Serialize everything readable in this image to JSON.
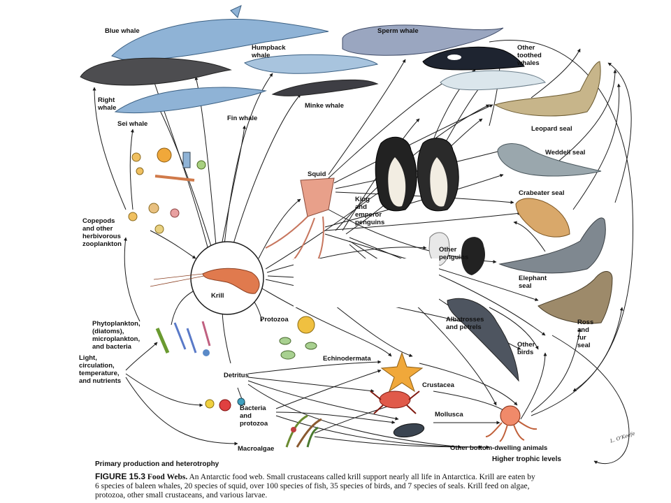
{
  "labels": {
    "blue_whale": "Blue whale",
    "humpback_whale": "Humpback\nwhale",
    "sperm_whale": "Sperm whale",
    "other_toothed_whales": "Other\ntoothed\nwhales",
    "right_whale": "Right\nwhale",
    "minke_whale": "Minke whale",
    "sei_whale": "Sei whale",
    "fin_whale": "Fin whale",
    "leopard_seal": "Leopard seal",
    "weddell_seal": "Weddell seal",
    "crabeater_seal": "Crabeater seal",
    "squid": "Squid",
    "king_emperor_penguins": "King\nand\nemperor\npenguins",
    "copepods": "Copepods\nand other\nherbivorous\nzooplankton",
    "other_penguins": "Other\npenguins",
    "elephant_seal": "Elephant\nseal",
    "krill": "Krill",
    "phytoplankton": "Phytoplankton,\n(diatoms),\nmicroplankton,\nand bacteria",
    "protozoa": "Protozoa",
    "albatrosses": "Albatrosses\nand petrels",
    "ross_fur_seal": "Ross\nand\nfur\nseal",
    "light": "Light,\ncirculation,\ntemperature,\nand nutrients",
    "echinodermata": "Echinodermata",
    "other_birds": "Other\nbirds",
    "detritus": "Detritus",
    "crustacea": "Crustacea",
    "bacteria_protozoa": "Bacteria\nand\nprotozoa",
    "mollusca": "Mollusca",
    "macroalgae": "Macroalgae",
    "other_bottom": "Other bottom-dwelling animals",
    "primary_production": "Primary production and heterotrophy",
    "higher_trophic": "Higher trophic levels"
  },
  "caption": {
    "figure_number": "FIGURE 15.3",
    "figure_title": "Food Webs.",
    "line1": "An Antarctic food web. Small crustaceans called krill support nearly all life in Antarctica. Krill are eaten by",
    "line2": "6 species of baleen whales, 20 species of squid, over 100 species of fish, 35 species of birds, and 7 species of seals. Krill feed on algae,",
    "line3": "protozoa, other small crustaceans, and various larvae."
  },
  "signature": "L. O'Keefe",
  "colors": {
    "whale_blue": "#8fb3d6",
    "whale_dark": "#4d4d50",
    "seal_tan": "#c7b58a",
    "seal_gray": "#9aa7ad",
    "krill_orange": "#e07a4e",
    "squid_pink": "#e8a08a",
    "starfish": "#f0a83a",
    "crab": "#e05a4a",
    "arrow": "#1a1a1a"
  },
  "icons": [
    "blue-whale-icon",
    "humpback-whale-icon",
    "sperm-whale-icon",
    "orca-icon",
    "beluga-icon",
    "right-whale-icon",
    "sei-whale-icon",
    "minke-whale-icon",
    "leopard-seal-icon",
    "weddell-seal-icon",
    "crabeater-seal-icon",
    "elephant-seal-icon",
    "fur-seal-icon",
    "emperor-penguin-icon",
    "other-penguins-icon",
    "albatross-icon",
    "squid-icon",
    "krill-icon",
    "copepods-icon",
    "phytoplankton-icon",
    "protozoa-icon",
    "starfish-icon",
    "crab-icon",
    "mussel-icon",
    "octopus-icon",
    "bacteria-icon",
    "macroalgae-icon"
  ]
}
